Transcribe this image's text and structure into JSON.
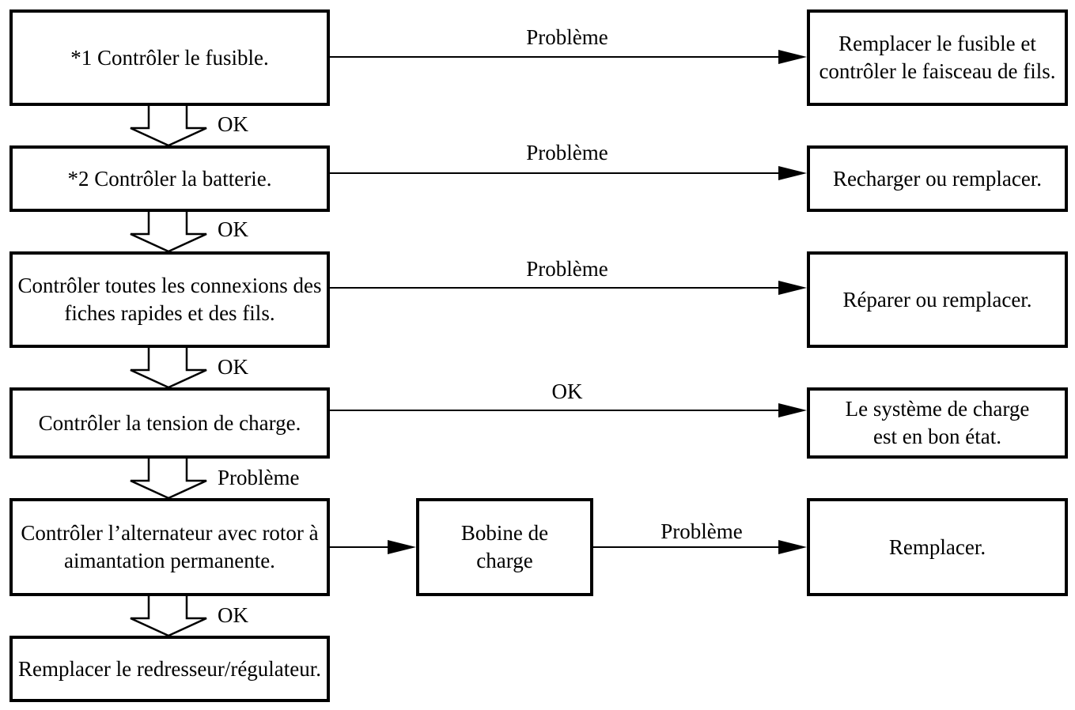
{
  "left_steps": [
    "*1 Contrôler le fusible.",
    "*2 Contrôler la batterie.",
    "Contrôler toutes les connexions des fiches rapides et des fils.",
    "Contrôler la tension de charge.",
    "Contrôler l’alternateur avec rotor à aimantation permanente.",
    "Remplacer le redresseur/régulateur."
  ],
  "right_results": [
    "Remplacer le fusible et contrôler le faisceau de fils.",
    "Recharger ou remplacer.",
    "Réparer ou remplacer.",
    "Le système de charge est en bon état.",
    "Remplacer."
  ],
  "middle_box": "Bobine de charge",
  "horizontal_labels": [
    "Problème",
    "Problème",
    "Problème",
    "OK",
    "Problème"
  ],
  "down_labels": [
    "OK",
    "OK",
    "OK",
    "Problème",
    "OK"
  ]
}
